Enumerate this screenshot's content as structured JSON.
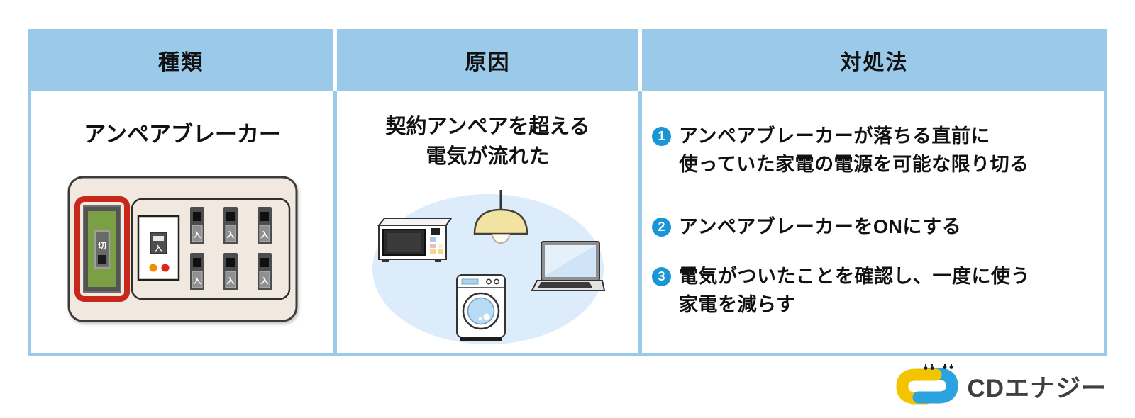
{
  "table": {
    "headers": [
      "種類",
      "原因",
      "対処法"
    ],
    "type_column": {
      "title": "アンペアブレーカー",
      "breaker_off_label": "切",
      "breaker_on_label": "入"
    },
    "cause_column": {
      "title": "契約アンペアを超える\n電気が流れた"
    },
    "remedy_column": {
      "items": [
        {
          "num": "1",
          "text": "アンペアブレーカーが落ちる直前に\n使っていた家電の電源を可能な限り切る"
        },
        {
          "num": "2",
          "text": "アンペアブレーカーをONにする"
        },
        {
          "num": "3",
          "text": "電気がついたことを確認し、一度に使う\n家電を減らす"
        }
      ]
    }
  },
  "logo": {
    "text": "CDエナジー"
  },
  "colors": {
    "header_bg": "#9bc9e9",
    "number_badge_blue": "#1a96d6",
    "breaker_highlight_red": "#c8271b",
    "breaker_green": "#7b9f45",
    "panel_beige": "#f1e9df",
    "illustration_bg_blue": "#dcecfa",
    "logo_yellow": "#f5c400",
    "logo_blue": "#2ba3df"
  }
}
